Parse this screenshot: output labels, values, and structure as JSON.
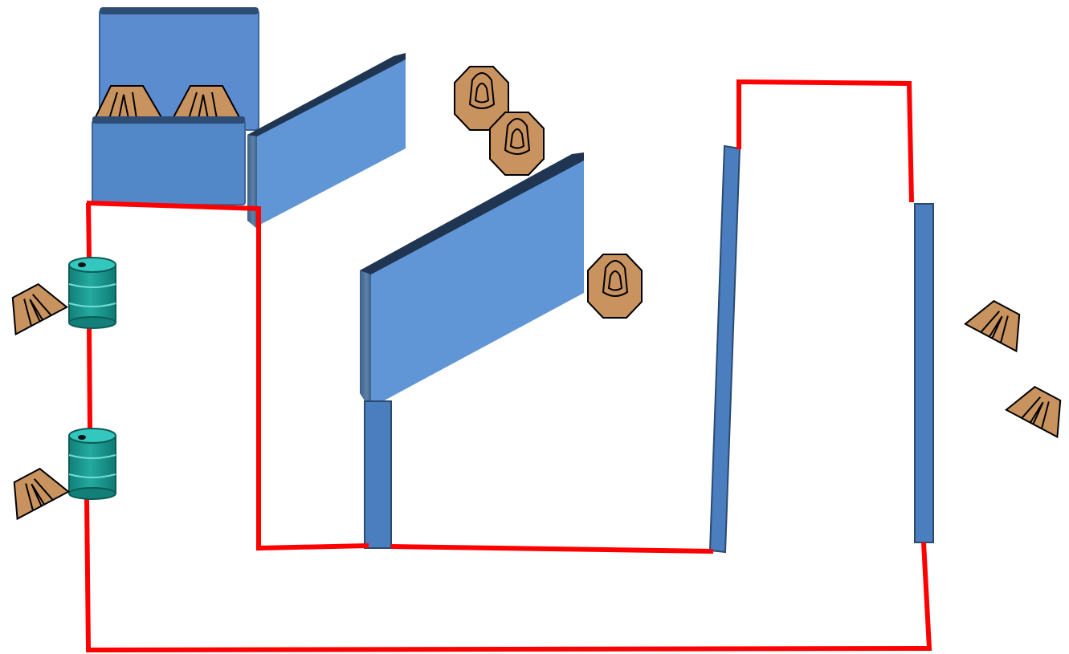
{
  "diagram": {
    "kind": "shooting-stage-layout",
    "colors": {
      "boundary": "#ff0000",
      "wall_face": "#6196d6",
      "wall_dark": "#4a7ebf",
      "wall_edge": "#2a4a70",
      "wall_top": "#1f3552",
      "barrel_fill": "#1f9e96",
      "barrel_dark": "#0e6f69",
      "barrel_top": "#33c7be",
      "target_fill": "#c8935f",
      "target_line": "#000000"
    },
    "elements": {
      "boundary_line": "fault-line",
      "walls": [
        "upper-left-box-wall",
        "lower-left-box-wall",
        "angled-wall-top",
        "angled-wall-middle",
        "center-post",
        "right-vertical-wall-1",
        "right-vertical-wall-2"
      ],
      "barrels": [
        "barrel-upper",
        "barrel-lower"
      ],
      "steel_targets": [
        "steel-target-1",
        "steel-target-2",
        "steel-target-3"
      ],
      "paper_targets": [
        "paper-target-1",
        "paper-target-2",
        "paper-target-3",
        "paper-target-4",
        "paper-target-5",
        "paper-target-6"
      ]
    }
  }
}
